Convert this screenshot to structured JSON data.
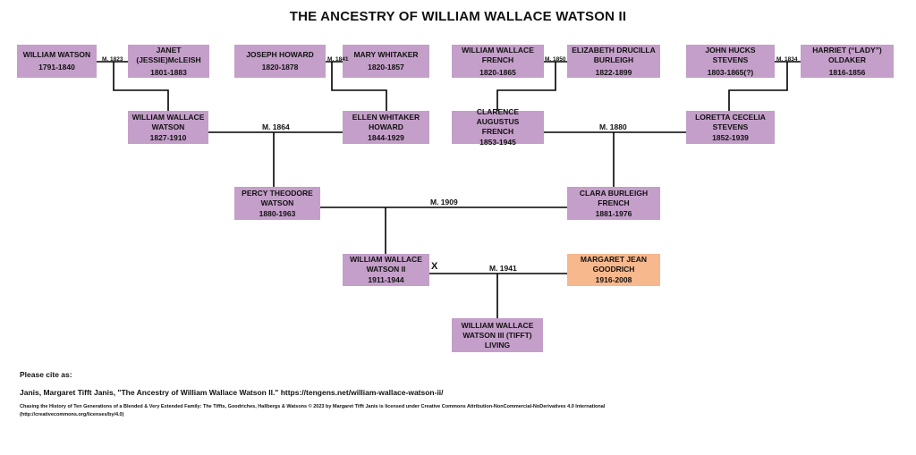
{
  "title": "THE ANCESTRY OF WILLIAM WALLACE WATSON II",
  "people": {
    "william_watson": {
      "name": "WILLIAM WATSON",
      "years": "1791-1840"
    },
    "janet_mcleish": {
      "name": "JANET\n(JESSIE)McLEISH",
      "years": "1801-1883"
    },
    "joseph_howard": {
      "name": "JOSEPH HOWARD",
      "years": "1820-1878"
    },
    "mary_whitaker": {
      "name": "MARY WHITAKER",
      "years": "1820-1857"
    },
    "wwf": {
      "name": "WILLIAM WALLACE\nFRENCH",
      "years": "1820-1865"
    },
    "edb": {
      "name": "ELIZABETH DRUCILLA\nBURLEIGH",
      "years": "1822-1899"
    },
    "jhs": {
      "name": "JOHN HUCKS STEVENS",
      "years": "1803-1865(?)"
    },
    "hlo": {
      "name": "HARRIET (“LADY”)\nOLDAKER",
      "years": "1816-1856"
    },
    "www1": {
      "name": "WILLIAM WALLACE\nWATSON",
      "years": "1827-1910"
    },
    "ewh": {
      "name": "ELLEN WHITAKER\nHOWARD",
      "years": "1844-1929"
    },
    "caf": {
      "name": "CLARENCE AUGUSTUS\nFRENCH",
      "years": "1853-1945"
    },
    "lcs": {
      "name": "LORETTA CECELIA\nSTEVENS",
      "years": "1852-1939"
    },
    "ptw": {
      "name": "PERCY THEODORE\nWATSON",
      "years": "1880-1963"
    },
    "cbf": {
      "name": "CLARA BURLEIGH\nFRENCH",
      "years": "1881-1976"
    },
    "www2": {
      "name": "WILLIAM WALLACE\nWATSON II",
      "years": "1911-1944"
    },
    "mjg": {
      "name": "MARGARET JEAN\nGOODRICH",
      "years": "1916-2008"
    },
    "www3": {
      "name": "WILLIAM WALLACE\nWATSON III (TIFFT)\nLIVING",
      "years": ""
    }
  },
  "marriages": {
    "m1823": "M. 1823",
    "m1841": "M. 1841",
    "m1850": "M. 1850",
    "m1834": "M. 1834",
    "m1864": "M. 1864",
    "m1880": "M. 1880",
    "m1909": "M. 1909",
    "m1941": "M. 1941"
  },
  "divorce_mark": "X",
  "citation": {
    "heading": "Please cite as:",
    "text": "Janis, Margaret Tifft Janis, \"The Ancestry of William Wallace Watson II.\" https://tengens.net/william-wallace-watson-ii/",
    "license": "Chasing the History of Ten Generations of a Blended & Very Extended Family: The Tiffts, Goodriches, Hallbergs & Watsons © 2023 by Margaret Tifft Janis is licensed under Creative Commons  Attribution-NonCommercial-NoDerivatives 4.0 International (http://creativecommons.org/licenses/by/4.0)"
  },
  "colors": {
    "box": "#c49fc9",
    "highlight": "#f6b88c",
    "line": "#000000"
  }
}
